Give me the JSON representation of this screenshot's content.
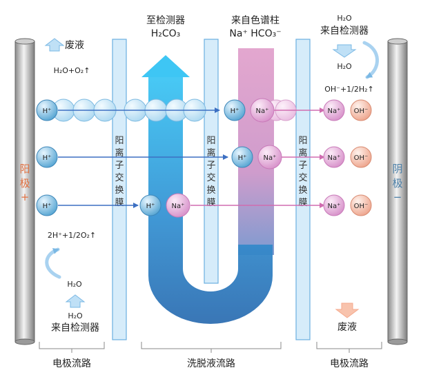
{
  "colors": {
    "membrane_fill": "#d6ecfa",
    "membrane_stroke": "#6aafe0",
    "flow_top": "#3ec6f4",
    "flow_bottom": "#2f6fb2",
    "eluent_top": "#e3a7cf",
    "eluent_bottom": "#bf86bf",
    "h_ion": "#4b9fcf",
    "na_ion": "#dfa0d4",
    "oh_ion": "#f2b6a5",
    "h_arrow": "#3c6fc2",
    "na_arrow": "#d06cb0",
    "anode_text": "#e07040",
    "cathode_text": "#4a7fa8",
    "waste_arrow_left": "#a9d2f0",
    "waste_arrow_right": "#f5a98d"
  },
  "top": {
    "to_detector": "至检测器",
    "to_detector_formula": "H₂CO₃",
    "from_column": "来自色谱柱",
    "from_column_formula": "Na⁺ HCO₃⁻",
    "right_h2o": "H₂O",
    "right_from_detector": "来自检测器",
    "right_h2o_mid": "H₂O",
    "right_reaction": "OH⁻+1/2H₂↑"
  },
  "left": {
    "waste": "废液",
    "reaction_top": "H₂O+O₂↑",
    "reaction_mid": "2H⁺+1/2O₂↑",
    "h2o_mid": "H₂O",
    "h2o_bottom": "H₂O",
    "from_detector": "来自检测器"
  },
  "right": {
    "waste": "废液"
  },
  "electrodes": {
    "anode": [
      "阳",
      "极",
      "+"
    ],
    "cathode": [
      "阴",
      "极",
      "−"
    ]
  },
  "membrane_label": [
    "阳",
    "离",
    "子",
    "交",
    "换",
    "膜"
  ],
  "ions": {
    "h": "H⁺",
    "na": "Na⁺",
    "oh": "OH⁻"
  },
  "bottom": {
    "left_label": "电极流路",
    "center_label": "洗脱液流路",
    "right_label": "电极流路"
  }
}
